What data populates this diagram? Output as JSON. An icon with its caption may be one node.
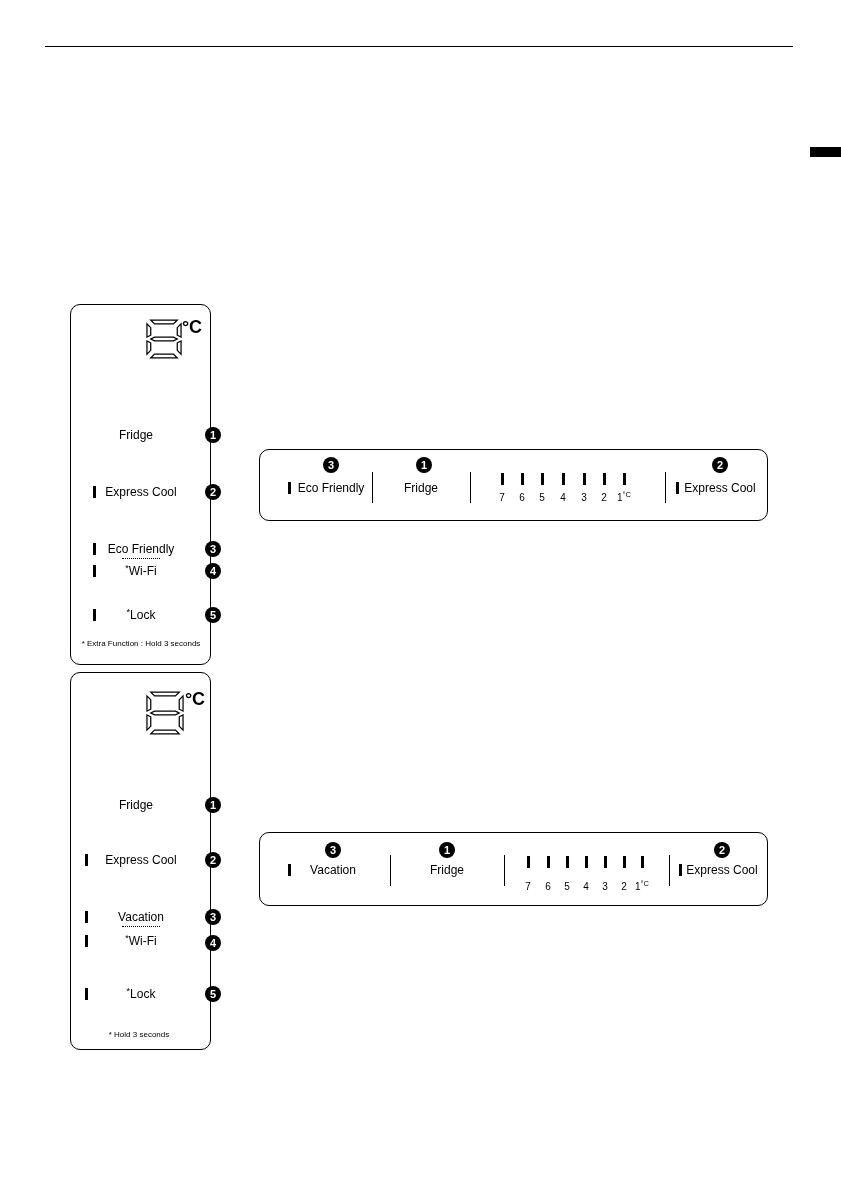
{
  "diagram": {
    "nodes": [
      {
        "text": [],
        "shape": "box"
      },
      {
        "text": [
          "Fridge"
        ],
        "in": 0
      },
      {
        "text": [
          "Express Cool"
        ],
        "in": 0
      },
      {
        "text": [
          "Eco Friendly"
        ],
        "in": 0
      },
      {
        "text": [
          "$^{*}$Wi-Fi"
        ],
        "in": 0
      },
      {
        "text": [
          "$^{*}$Lock"
        ],
        "in": 0
      },
      {
        "text": [],
        "shape": "box"
      },
      {
        "text": [
          "Eco Friendly"
        ],
        "in": 6,
        "beside": [
          "3"
        ]
      },
      {
        "text": [
          "Fridge"
        ],
        "in": 6,
        "beside": [
          "1"
        ]
      },
      {
        "text": [
          "Express Cool"
        ],
        "in": 6,
        "beside": [
          "2"
        ]
      },
      {
        "text": [],
        "shape": "box"
      },
      {
        "text": [
          "Fridge"
        ],
        "in": 10
      },
      {
        "text": [
          "Express Cool"
        ],
        "in": 10
      },
      {
        "text": [
          "Vacation"
        ],
        "in": 10
      },
      {
        "text": [
          "$^{*}$Wi-Fi"
        ],
        "in": 10
      },
      {
        "text": [
          "$^{*}$Lock"
        ],
        "in": 10
      },
      {
        "text": [],
        "shape": "box"
      },
      {
        "text": [
          "Vacation"
        ],
        "in": 16,
        "beside": [
          "3"
        ]
      },
      {
        "text": [
          "Fridge"
        ],
        "in": 16,
        "beside": [
          "1"
        ]
      },
      {
        "text": [
          "Express Cool"
        ],
        "in": 16,
        "beside": [
          "2"
        ]
      }
    ],
    "labels": [
      "°C",
      "1",
      "2",
      "3",
      "4",
      "5",
      "* Extra Function : Hold 3 seconds",
      "7",
      "6",
      "5",
      "4",
      "3",
      "2",
      "1$^{°C}$",
      "°C",
      "1",
      "2",
      "3",
      "4",
      "5",
      "* Hold 3 seconds",
      "7",
      "6",
      "5",
      "4",
      "3",
      "2",
      "1$^{°C}$"
    ]
  }
}
